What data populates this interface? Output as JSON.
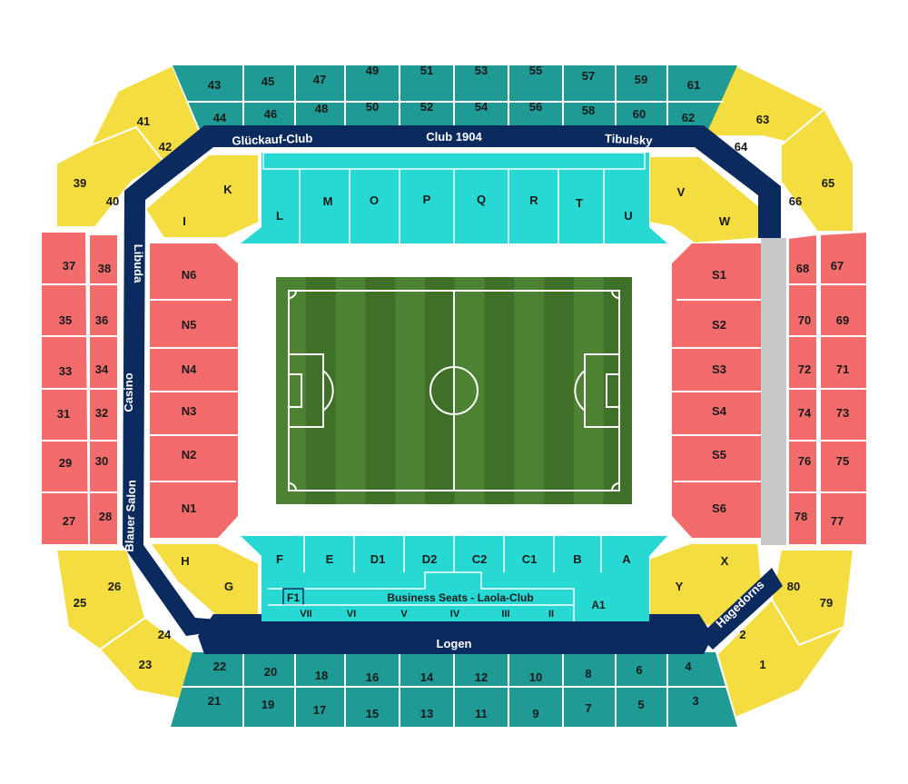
{
  "colors": {
    "teal": "#1f9a94",
    "cyan": "#27d9d2",
    "yellow": "#f4dd40",
    "red": "#f26c6c",
    "navy": "#0b2a5e",
    "grey": "#c9c9c9",
    "pitch_dark": "#3f7027",
    "pitch_light": "#4c8232"
  },
  "icons": [
    "pitch-icon"
  ],
  "sections": {
    "north_upper_outer": [
      "43",
      "45",
      "47",
      "49",
      "51",
      "53",
      "55",
      "57",
      "59",
      "61"
    ],
    "north_upper_inner": [
      "44",
      "46",
      "48",
      "50",
      "52",
      "54",
      "56",
      "58",
      "60",
      "62"
    ],
    "south_upper_inner": [
      "22",
      "20",
      "18",
      "16",
      "14",
      "12",
      "10",
      "8",
      "6",
      "4"
    ],
    "south_upper_outer": [
      "21",
      "19",
      "17",
      "15",
      "13",
      "11",
      "9",
      "7",
      "5",
      "3"
    ],
    "west_outer": [
      "37",
      "35",
      "33",
      "31",
      "29",
      "27"
    ],
    "west_inner": [
      "38",
      "36",
      "34",
      "32",
      "30",
      "28"
    ],
    "east_inner": [
      "68",
      "70",
      "72",
      "74",
      "76",
      "78"
    ],
    "east_outer": [
      "67",
      "69",
      "71",
      "73",
      "75",
      "77"
    ],
    "west_lower": [
      "N6",
      "N5",
      "N4",
      "N3",
      "N2",
      "N1"
    ],
    "east_lower": [
      "S1",
      "S2",
      "S3",
      "S4",
      "S5",
      "S6"
    ],
    "north_lower": [
      "L",
      "M",
      "O",
      "P",
      "Q",
      "R",
      "T",
      "U"
    ],
    "south_lower": [
      "F",
      "E",
      "D1",
      "D2",
      "C2",
      "C1",
      "B",
      "A"
    ],
    "corner_nw": [
      "41",
      "42",
      "39",
      "40",
      "K",
      "I"
    ],
    "corner_ne": [
      "63",
      "64",
      "65",
      "66",
      "V",
      "W"
    ],
    "corner_sw": [
      "25",
      "26",
      "23",
      "24",
      "H",
      "G"
    ],
    "corner_se": [
      "79",
      "80",
      "1",
      "2",
      "X",
      "Y"
    ],
    "south_business": {
      "f1": "F1",
      "title": "Business Seats - Laola-Club",
      "roman": [
        "VII",
        "VI",
        "V",
        "IV",
        "III",
        "II"
      ],
      "a1": "A1"
    }
  },
  "lounges": {
    "glueckauf": "Glückauf-Club",
    "club1904": "Club 1904",
    "tibulsky": "Tibulsky",
    "libuda": "Libuda",
    "casino": "Casino",
    "blauer_salon": "Blauer Salon",
    "logen": "Logen",
    "hagedorns": "Hagedorns"
  }
}
